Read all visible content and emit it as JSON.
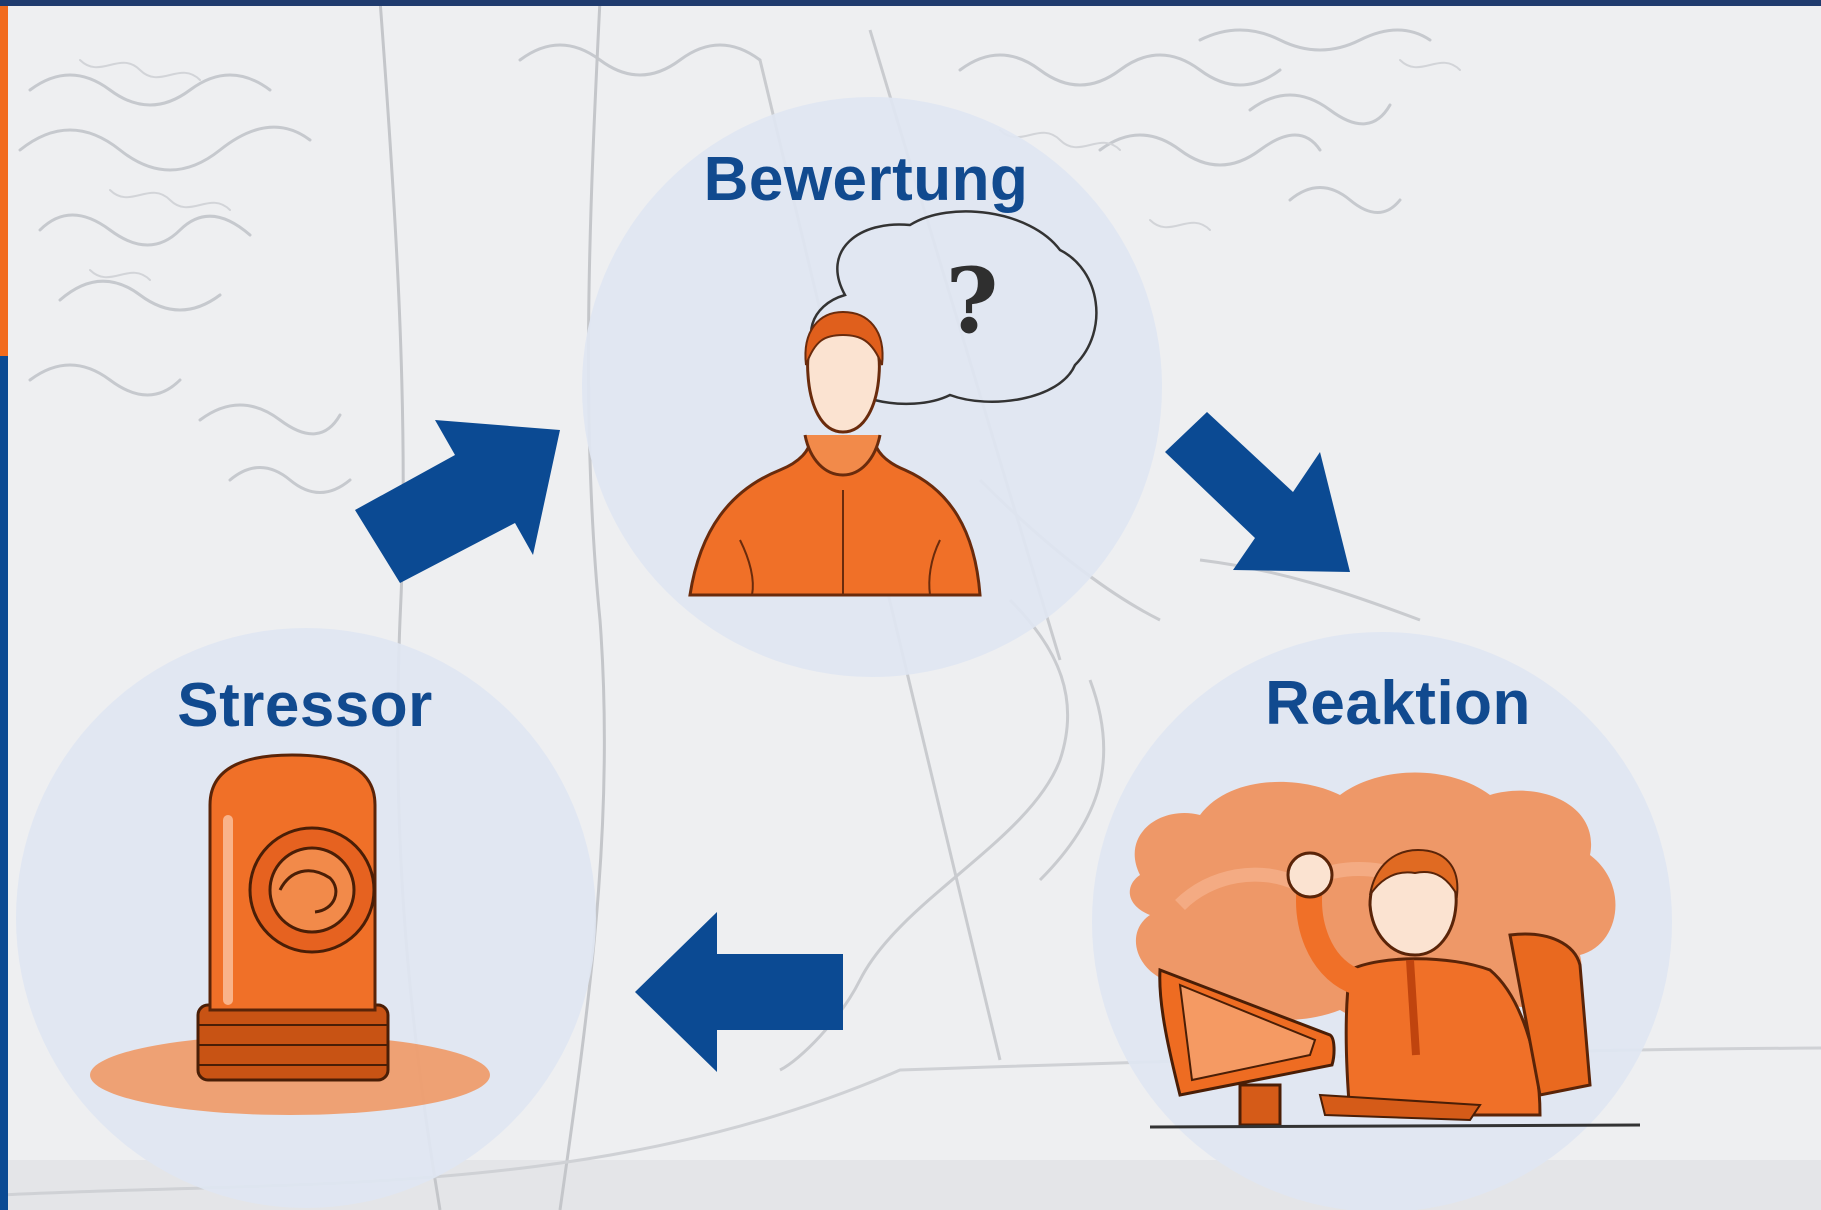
{
  "diagram": {
    "nodes": [
      {
        "id": "bewertung",
        "label": "Bewertung",
        "illustration": "thinking-person-with-question-mark"
      },
      {
        "id": "reaktion",
        "label": "Reaktion",
        "illustration": "angry-man-hitting-computer"
      },
      {
        "id": "stressor",
        "label": "Stressor",
        "illustration": "rotating-warning-beacon"
      }
    ],
    "edges": [
      {
        "from": "stressor",
        "to": "bewertung"
      },
      {
        "from": "bewertung",
        "to": "reaktion"
      },
      {
        "from": "reaktion",
        "to": "stressor"
      }
    ],
    "thought_symbol": "?"
  },
  "colors": {
    "label_blue": "#114a8f",
    "arrow_blue": "#0b4a93",
    "circle_fill": "#dfe6f2",
    "illustration_orange": "#f07028",
    "accent_orange": "#f26b1d",
    "frame_blue": "#1f3b6e"
  }
}
